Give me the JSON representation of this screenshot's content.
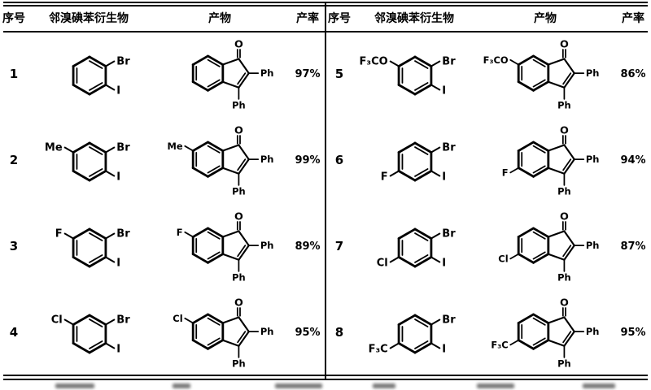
{
  "table": {
    "header": {
      "number": "序号",
      "substrate": "邻溴碘苯衍生物",
      "product": "产物",
      "yield": "产率"
    }
  },
  "labels": {
    "bromo": "Br",
    "iodo": "I",
    "oxygen": "O",
    "phenyl": "Ph"
  },
  "entries": [
    {
      "num": "1",
      "sub": "",
      "sub_pos": "",
      "yield": "97%"
    },
    {
      "num": "2",
      "sub": "Me",
      "sub_pos": "top-left",
      "yield": "99%"
    },
    {
      "num": "3",
      "sub": "F",
      "sub_pos": "top-left",
      "yield": "89%"
    },
    {
      "num": "4",
      "sub": "Cl",
      "sub_pos": "top-left",
      "yield": "95%"
    },
    {
      "num": "5",
      "sub": "F₃CO",
      "sub_pos": "top-left",
      "yield": "86%"
    },
    {
      "num": "6",
      "sub": "F",
      "sub_pos": "bottom-left",
      "yield": "94%"
    },
    {
      "num": "7",
      "sub": "Cl",
      "sub_pos": "bottom-left",
      "yield": "87%"
    },
    {
      "num": "8",
      "sub": "F₃C",
      "sub_pos": "bottom-left",
      "yield": "95%"
    }
  ],
  "colors": {
    "ink": "#000000",
    "background": "#ffffff"
  }
}
